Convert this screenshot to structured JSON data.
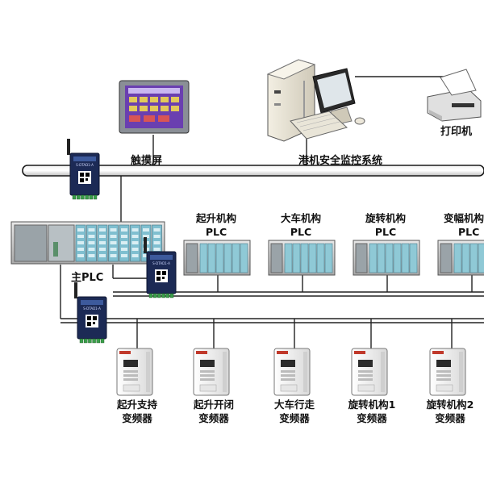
{
  "network": {
    "hmi_label": "触摸屏",
    "monitor_label": "港机安全监控系统",
    "printer_label": "打印机",
    "main_plc_label": "主PLC"
  },
  "hmi_screen": {
    "title": ""
  },
  "gateway": {
    "model": "S-DTAD1-A"
  },
  "plcs": [
    {
      "name": "起升机构",
      "sub": "PLC"
    },
    {
      "name": "大车机构",
      "sub": "PLC"
    },
    {
      "name": "旋转机构",
      "sub": "PLC"
    },
    {
      "name": "变幅机构",
      "sub": "PLC"
    }
  ],
  "inverters": [
    {
      "line1": "起升支持",
      "line2": "变频器"
    },
    {
      "line1": "起升开闭",
      "line2": "变频器"
    },
    {
      "line1": "大车行走",
      "line2": "变频器"
    },
    {
      "line1": "旋转机构1",
      "line2": "变频器"
    },
    {
      "line1": "旋转机构2",
      "line2": "变频器"
    }
  ],
  "colors": {
    "bus": "#1a1a1a",
    "gateway_body": "#1c2a55",
    "plc_module": "#8fc9d6",
    "hmi_screen": "#6a3fb0",
    "inverter_accent": "#c0392b"
  }
}
